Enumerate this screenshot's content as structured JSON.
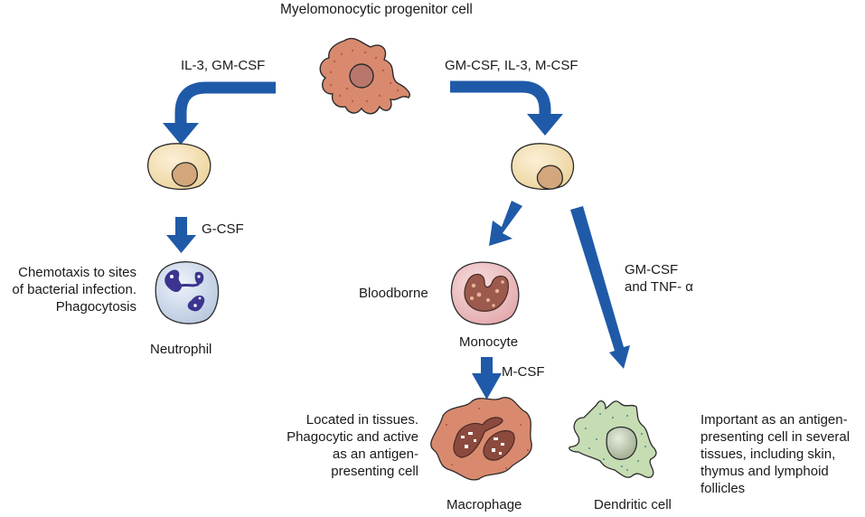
{
  "title": "Myelomonocytic progenitor cell",
  "colors": {
    "arrow": "#1f5aa8",
    "progenitor_fill": "#d98a6e",
    "precursor_fill": "#f3deb0",
    "precursor_nucleus": "#d3a67c",
    "neutrophil_fill": "#d6e0ee",
    "neutrophil_nucleus": "#3b3590",
    "monocyte_fill": "#efc4c6",
    "monocyte_nucleus": "#9b5a4c",
    "macrophage_fill": "#d98a6e",
    "macrophage_nucleus": "#8c4a3e",
    "dendritic_fill": "#c6ddb4",
    "dendritic_nucleus": "#b9c2a8"
  },
  "arrows": {
    "left_top": "IL-3, GM-CSF",
    "right_top": "GM-CSF, IL-3, M-CSF",
    "neutrophil": "G-CSF",
    "macrophage": "M-CSF",
    "dendritic_line1": "GM-CSF",
    "dendritic_line2": "and TNF- α"
  },
  "cells": {
    "neutrophil": {
      "name": "Neutrophil",
      "desc": [
        "Chemotaxis to sites",
        "of bacterial infection.",
        "Phagocytosis"
      ]
    },
    "monocyte": {
      "name": "Monocyte",
      "desc": [
        "Bloodborne"
      ]
    },
    "macrophage": {
      "name": "Macrophage",
      "desc": [
        "Located in tissues.",
        "Phagocytic and active",
        "as an antigen-",
        "presenting cell"
      ]
    },
    "dendritic": {
      "name": "Dendritic cell",
      "desc": [
        "Important as an antigen-",
        "presenting cell in several",
        "tissues, including skin,",
        "thymus and lymphoid",
        "follicles"
      ]
    }
  }
}
